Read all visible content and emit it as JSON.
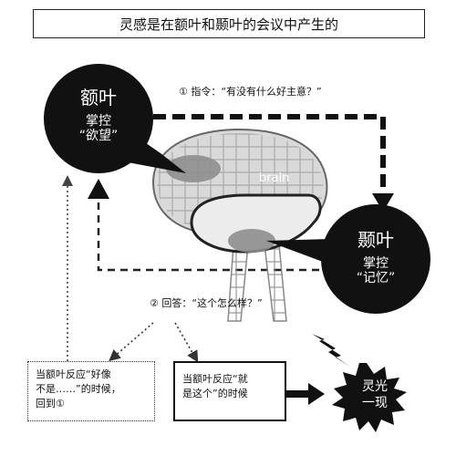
{
  "title": "灵感是在额叶和颞叶的会议中产生的",
  "frontal_lobe": {
    "name": "额叶",
    "role_line1": "掌控",
    "role_line2": "“欲望”"
  },
  "temporal_lobe": {
    "name": "颞叶",
    "role_line1": "掌控",
    "role_line2": "“记忆”"
  },
  "brain_label": "brain",
  "step1": "① 指令：“有没有什么好主意？”",
  "step2": "② 回答：“这个怎么样？”",
  "note_left": {
    "line1": "当额叶反应“好像",
    "line2": "不是……”的时候，",
    "line3": "回到①"
  },
  "note_center": {
    "line1": "当额叶反应“就",
    "line2": "是这个”的时候"
  },
  "inspiration": {
    "line1": "灵光",
    "line2": "一现"
  }
}
